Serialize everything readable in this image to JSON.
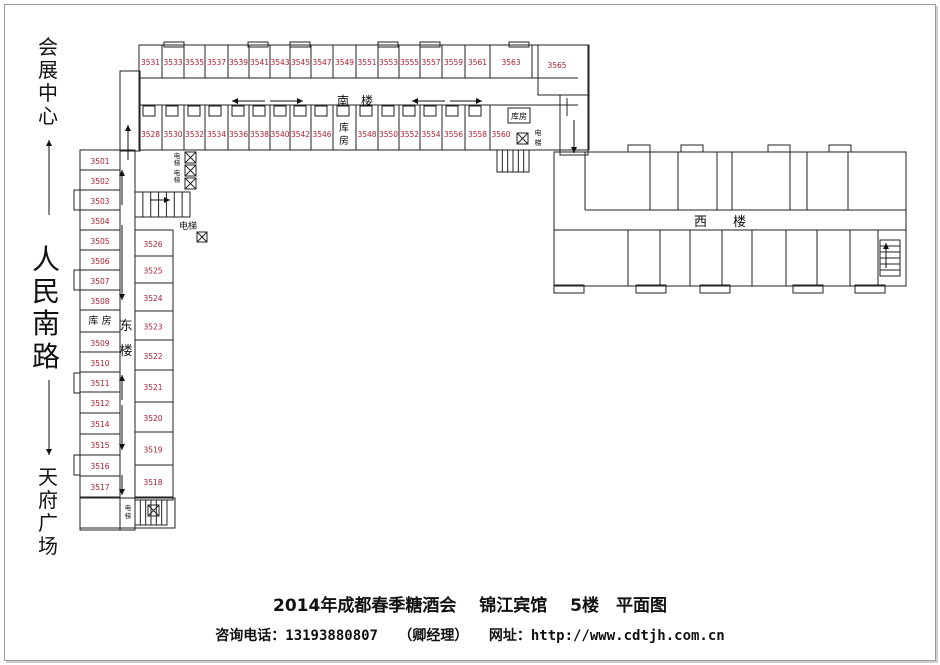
{
  "left_labels": {
    "top": [
      "会",
      "展",
      "中",
      "心"
    ],
    "middle": [
      "人",
      "民",
      "南",
      "路"
    ],
    "bottom": [
      "天",
      "府",
      "广",
      "场"
    ]
  },
  "buildings": {
    "south": "南　楼",
    "west": "西　　楼",
    "east_char1": "东",
    "east_char2": "楼"
  },
  "utility": {
    "storeroom_east": "库  房",
    "storeroom_south_1": "库",
    "storeroom_south_2": "房",
    "storeroom_ne": "库房",
    "elevator": "电梯",
    "elevator_1": "电",
    "elevator_2": "梯"
  },
  "rooms": {
    "south_north_row": [
      "3531",
      "3533",
      "3535",
      "3537",
      "3539",
      "3541",
      "3543",
      "3545",
      "3547",
      "3549",
      "3551",
      "3553",
      "3555",
      "3557",
      "3559",
      "3561",
      "3563"
    ],
    "south_south_row": [
      "3528",
      "3530",
      "3532",
      "3534",
      "3536",
      "3538",
      "3540",
      "3542",
      "3546",
      "3548",
      "3550",
      "3552",
      "3554",
      "3556",
      "3558",
      "3560"
    ],
    "ne": "3565",
    "east_west_col_top": [
      "3501",
      "3502",
      "3503",
      "3504",
      "3505",
      "3506",
      "3507",
      "3508"
    ],
    "east_west_col_bottom": [
      "3509",
      "3510",
      "3511",
      "3512",
      "3514",
      "3515",
      "3516",
      "3517"
    ],
    "east_east_col": [
      "3526",
      "3525",
      "3524",
      "3523",
      "3522",
      "3521",
      "3520",
      "3519",
      "3518"
    ]
  },
  "footer": {
    "title": "2014年成都春季糖酒会　 锦江宾馆　 5楼　平面图",
    "phone_label": "咨询电话：13193880807",
    "manager": "（卿经理）",
    "website": "网址：http://www.cdtjh.com.cn"
  },
  "colors": {
    "room_number": "#b02030",
    "line": "#222222"
  }
}
